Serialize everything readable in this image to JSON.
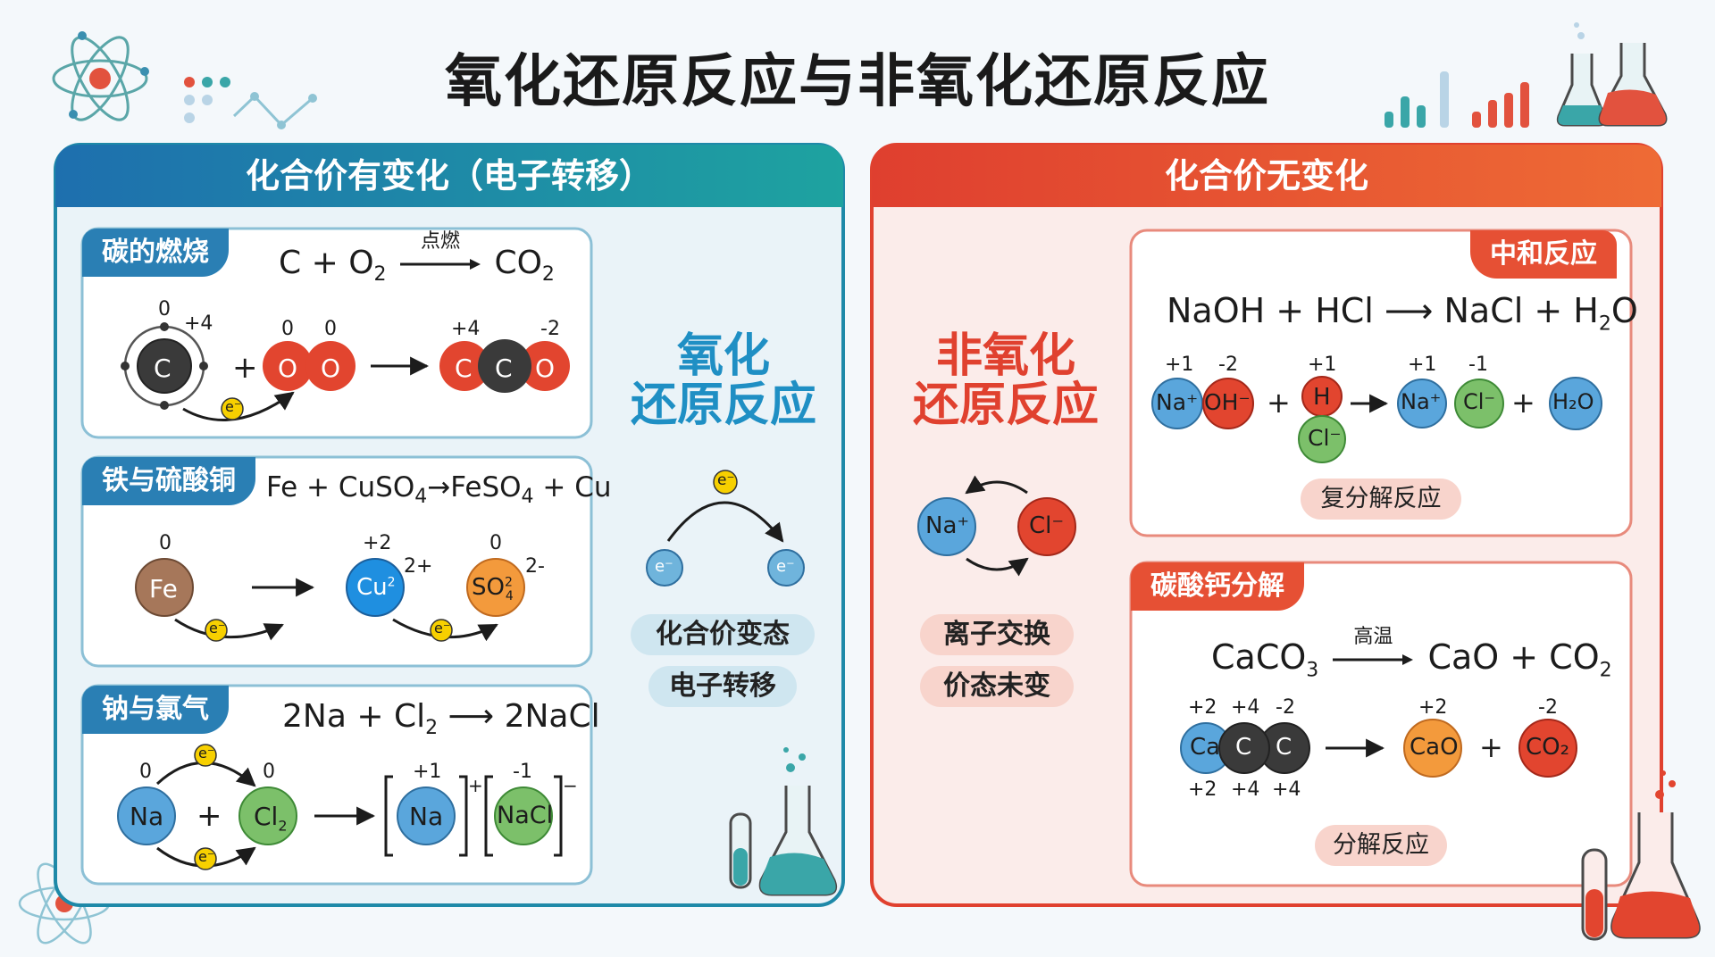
{
  "title": "氧化还原反应与非氧化还原反应",
  "left_panel": {
    "header": "化合价有变化（电子转移）",
    "center_label_line1": "氧化",
    "center_label_line2": "还原反应",
    "electron": "e⁻",
    "pill1": "化合价变态",
    "pill2": "电子转移",
    "sections": [
      {
        "tab": "碳的燃烧",
        "eq_left": "C + O",
        "eq_left_sub": "2",
        "condition": "点燃",
        "eq_right": "CO",
        "eq_right_sub": "2",
        "ox_c_before": "0",
        "ox_c_after": "+4",
        "ox_o1": "0",
        "ox_o2": "0",
        "ox_c_prod": "+4",
        "ox_o_prod": "-2",
        "atom_c": "C",
        "atom_o": "O"
      },
      {
        "tab": "铁与硫酸铜",
        "eq_a": "Fe + CuSO",
        "eq_a_sub": "4",
        "eq_b": "FeSO",
        "eq_b_sub": "4",
        "eq_c": " + Cu",
        "ox_fe": "0",
        "ox_cu": "+2",
        "ox_so4": "0",
        "atom_fe": "Fe",
        "atom_cu": "Cu",
        "atom_cu_sup": "2",
        "charge_cu": "2+",
        "atom_so": "SO",
        "atom_so_sup": "2",
        "atom_so_sub": "4",
        "charge_so": "2-"
      },
      {
        "tab": "钠与氯气",
        "eq_a": "2Na + Cl",
        "eq_a_sub": "2",
        "eq_b": "2NaCl",
        "ox_na": "0",
        "ox_cl": "0",
        "ox_na_prod": "+1",
        "ox_cl_prod": "-1",
        "atom_na": "Na",
        "atom_cl": "Cl",
        "atom_cl_sub": "2",
        "atom_nacl": "NaCl",
        "charge_plus": "+",
        "charge_minus": "−"
      }
    ]
  },
  "right_panel": {
    "header": "化合价无变化",
    "center_label_line1": "非氧化",
    "center_label_line2": "还原反应",
    "ion_na": "Na⁺",
    "ion_cl": "Cl⁻",
    "pill1": "离子交换",
    "pill2": "价态未变",
    "neutralization": {
      "tab": "中和反应",
      "eq_a": "NaOH + HCl",
      "eq_b": "NaCl  + H",
      "eq_b_sub": "2",
      "eq_c": "O",
      "ox_na": "+1",
      "ox_oh": "-2",
      "ox_h": "+1",
      "ox_na_prod": "+1",
      "ox_cl_prod": "-1",
      "ion_na": "Na⁺",
      "ion_oh": "OH⁻",
      "atom_h": "H",
      "ion_cl": "Cl⁻",
      "water": "H₂O",
      "badge": "复分解反应"
    },
    "decomposition": {
      "tab": "碳酸钙分解",
      "eq_a": "CaCO",
      "eq_a_sub": "3",
      "condition": "高温",
      "eq_b": "CaO + CO",
      "eq_b_sub": "2",
      "ox_top_ca": "+2",
      "ox_top_c": "+4",
      "ox_top_o": "-2",
      "ox_bot_ca": "+2",
      "ox_bot_c": "+4",
      "ox_bot_o": "+4",
      "ox_cao": "+2",
      "ox_co2": "-2",
      "atom_ca": "Ca",
      "atom_c": "C",
      "mol_cao": "CaO",
      "mol_co2": "CO₂",
      "badge": "分解反应"
    }
  },
  "colors": {
    "blue_header": "#1f72b0",
    "teal_header": "#1fa0a0",
    "red_header": "#e0412f",
    "orange_header": "#ef6a34",
    "oxygen_red": "#e2452f",
    "carbon_dark": "#3a3a3a",
    "na_blue": "#5aa6dc",
    "cl_green": "#7cc06a",
    "fe_brown": "#a6775a",
    "so4_orange": "#f39a3c",
    "electron_yellow": "#f7d000"
  }
}
